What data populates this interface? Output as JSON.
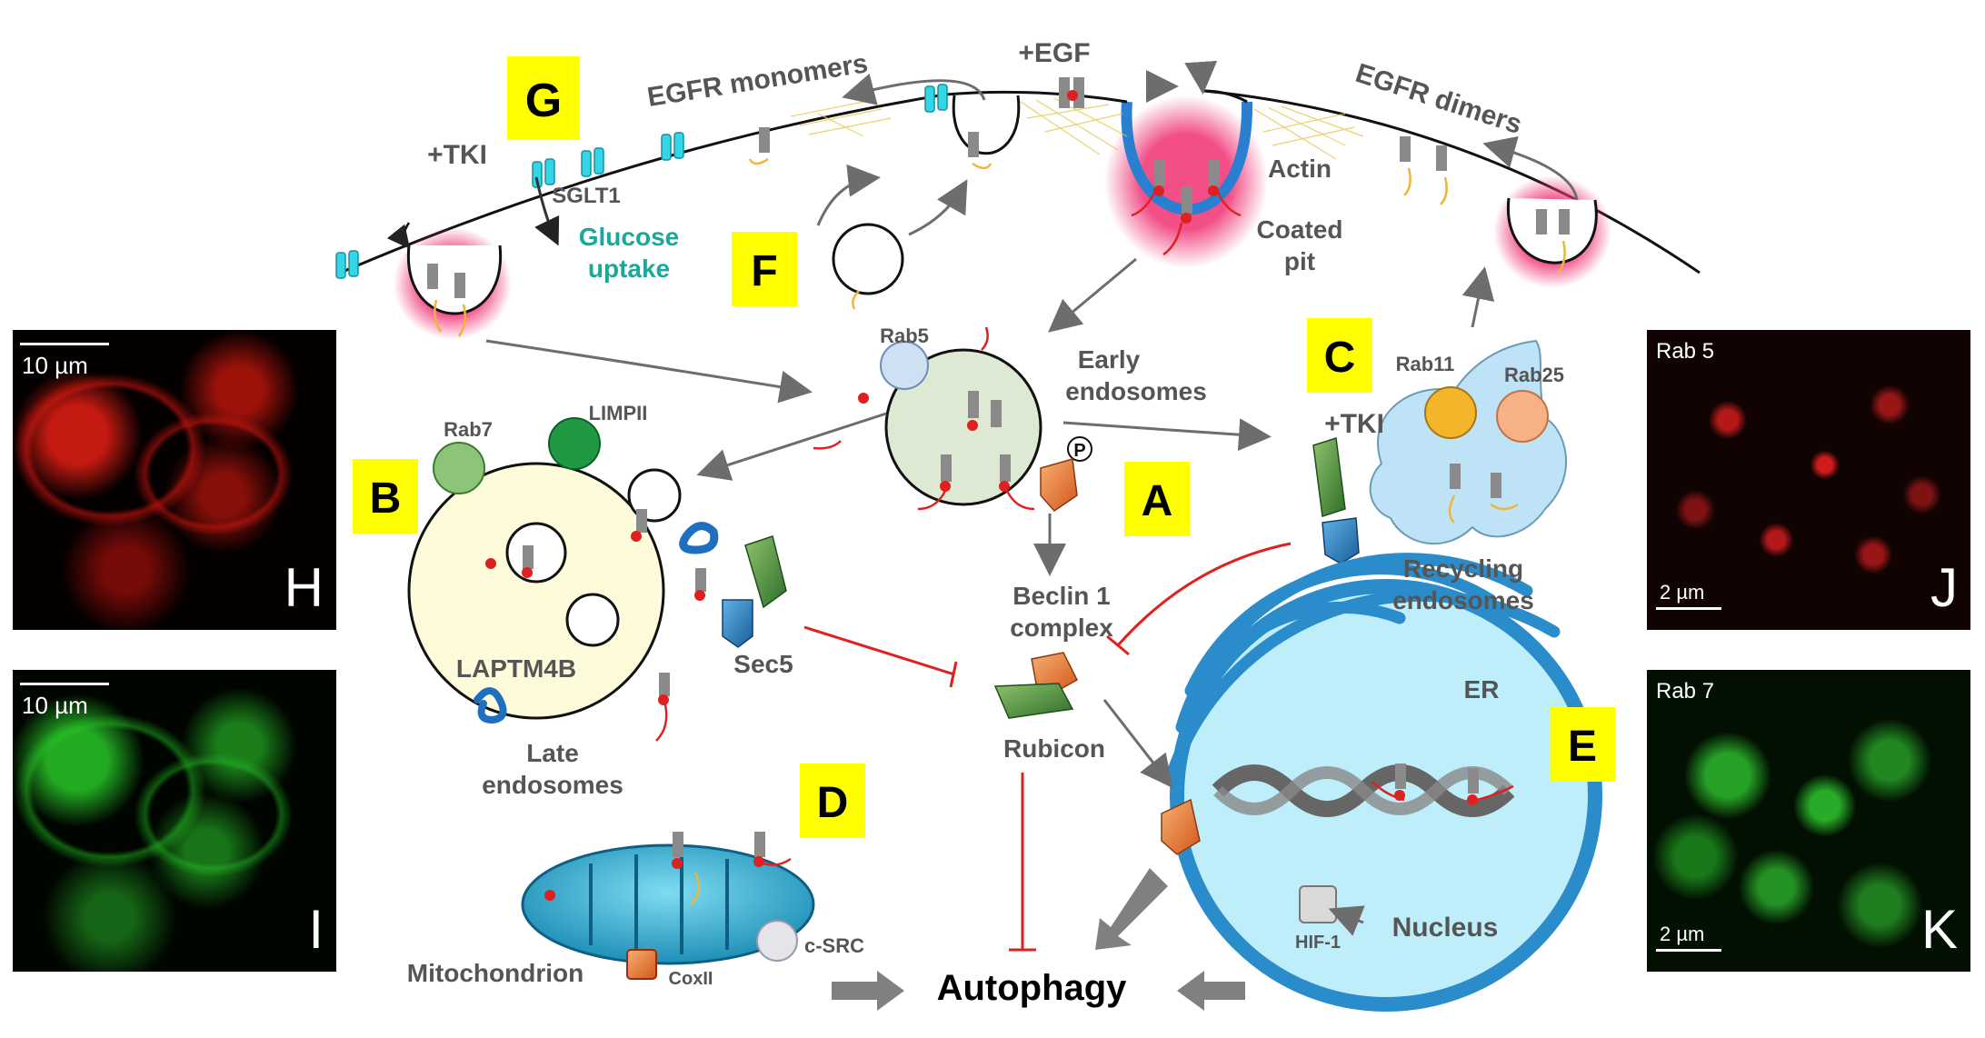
{
  "panels": {
    "A": "A",
    "B": "B",
    "C": "C",
    "D": "D",
    "E": "E",
    "F": "F",
    "G": "G",
    "H": "H",
    "I": "I",
    "J": "J",
    "K": "K"
  },
  "labels": {
    "egf": "+EGF",
    "egfr_monomers": "EGFR monomers",
    "egfr_dimers": "EGFR dimers",
    "tki_top": "+TKI",
    "sglt1": "SGLT1",
    "glucose_line1": "Glucose",
    "glucose_line2": "uptake",
    "actin": "Actin",
    "coated_line1": "Coated",
    "coated_line2": "pit",
    "rab5": "Rab5",
    "early_line1": "Early",
    "early_line2": "endosomes",
    "rab11": "Rab11",
    "rab25": "Rab25",
    "tki_recycling": "+TKI",
    "recycling_line1": "Recycling",
    "recycling_line2": "endosomes",
    "rab7": "Rab7",
    "limpii": "LIMPII",
    "laptm4b": "LAPTM4B",
    "late_line1": "Late",
    "late_line2": "endosomes",
    "sec5": "Sec5",
    "beclin_line1": "Beclin 1",
    "beclin_line2": "complex",
    "rubicon": "Rubicon",
    "er": "ER",
    "nucleus": "Nucleus",
    "hif1": "HIF-1",
    "mitochondrion": "Mitochondrion",
    "coxii": "CoxII",
    "csrc": "c-SRC",
    "autophagy": "Autophagy",
    "phospho": "P"
  },
  "micrographs": {
    "H": {
      "scale": "10 µm",
      "channel": "red"
    },
    "I": {
      "scale": "10 µm",
      "channel": "green"
    },
    "J": {
      "title": "Rab 5",
      "scale": "2 µm",
      "channel": "red"
    },
    "K": {
      "title": "Rab 7",
      "scale": "2 µm",
      "channel": "green"
    }
  },
  "colors": {
    "panel_box": "#ffff00",
    "early_endosome": "#dde9d2",
    "late_endosome": "#fdfbd9",
    "recycling_endosome": "#bfe3f6",
    "nucleus": "#bfeefb",
    "er_blue": "#2b8ccc",
    "inhibition": "#e0201c",
    "arrow_gray": "#7a7a7a",
    "glucose_text": "#1aa89a"
  }
}
